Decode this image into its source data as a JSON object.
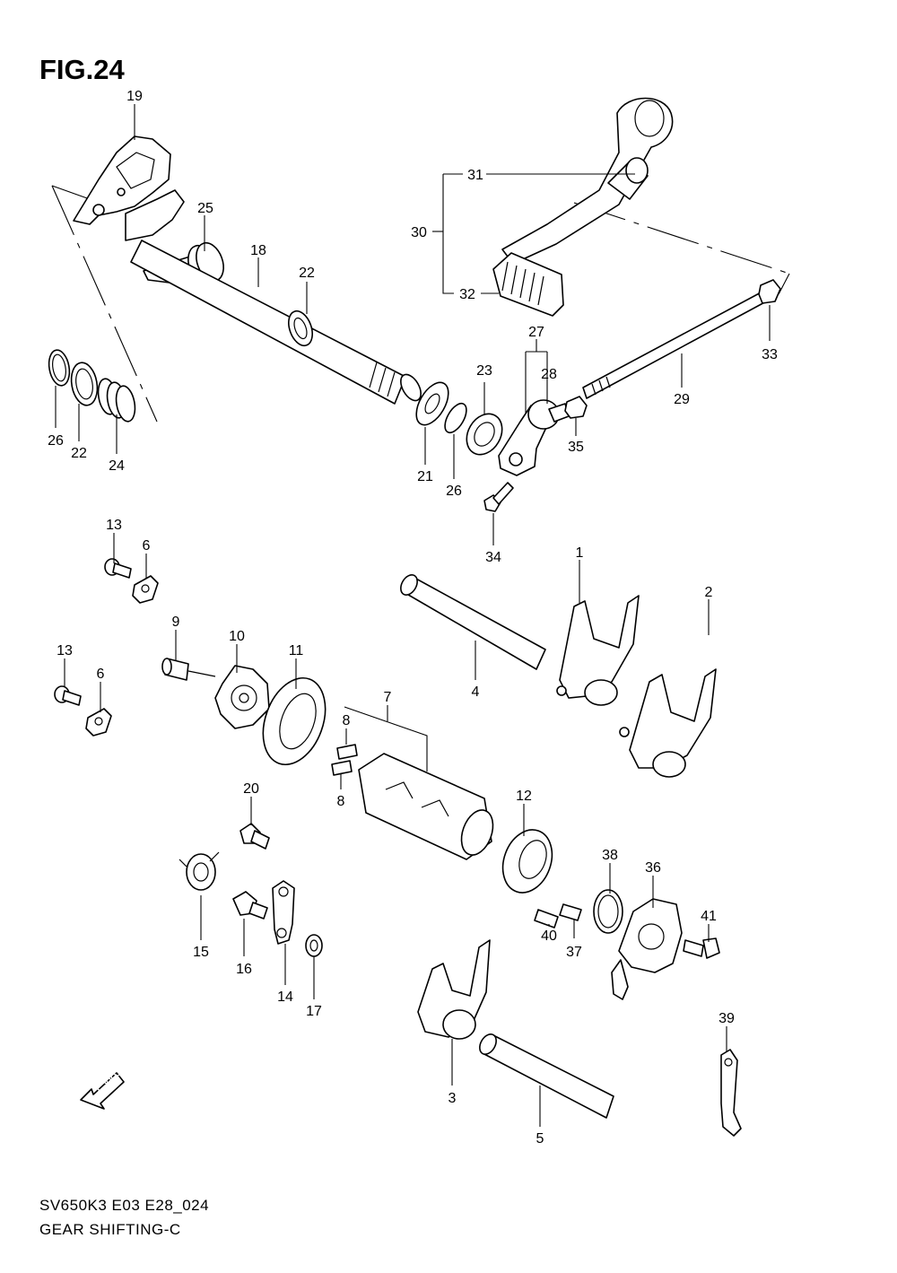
{
  "figure": {
    "title": "FIG.24",
    "model_code": "SV650K3 E03 E28_024",
    "caption": "GEAR SHIFTING-C"
  },
  "fwd_arrow": {
    "label": "FWD",
    "icon": "fwd-arrow-icon"
  },
  "callouts": [
    "19",
    "25",
    "18",
    "22",
    "31",
    "30",
    "32",
    "27",
    "28",
    "23",
    "33",
    "29",
    "26",
    "22",
    "24",
    "21",
    "26",
    "35",
    "34",
    "13",
    "6",
    "1",
    "2",
    "4",
    "9",
    "10",
    "11",
    "7",
    "13",
    "6",
    "8",
    "8",
    "12",
    "20",
    "38",
    "36",
    "41",
    "15",
    "16",
    "14",
    "17",
    "40",
    "37",
    "3",
    "39",
    "5"
  ]
}
